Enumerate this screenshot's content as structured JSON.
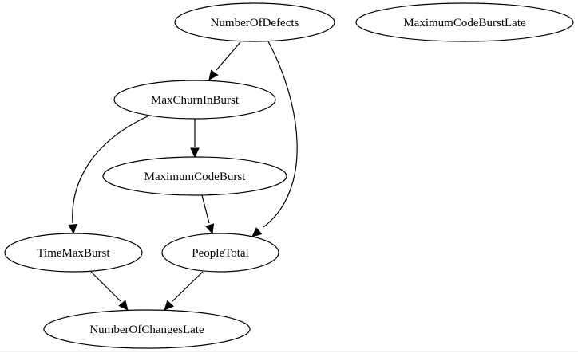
{
  "nodes": [
    {
      "id": "n_defects",
      "label": "NumberOfDefects"
    },
    {
      "id": "n_latecb",
      "label": "MaximumCodeBurstLate"
    },
    {
      "id": "n_churn",
      "label": "MaxChurnInBurst"
    },
    {
      "id": "n_codeburst",
      "label": "MaximumCodeBurst"
    },
    {
      "id": "n_timemax",
      "label": "TimeMaxBurst"
    },
    {
      "id": "n_people",
      "label": "PeopleTotal"
    },
    {
      "id": "n_changes",
      "label": "NumberOfChangesLate"
    }
  ],
  "edges": [
    {
      "from": "n_defects",
      "to": "n_churn"
    },
    {
      "from": "n_defects",
      "to": "n_people"
    },
    {
      "from": "n_churn",
      "to": "n_codeburst"
    },
    {
      "from": "n_churn",
      "to": "n_timemax"
    },
    {
      "from": "n_codeburst",
      "to": "n_people"
    },
    {
      "from": "n_timemax",
      "to": "n_changes"
    },
    {
      "from": "n_people",
      "to": "n_changes"
    }
  ]
}
